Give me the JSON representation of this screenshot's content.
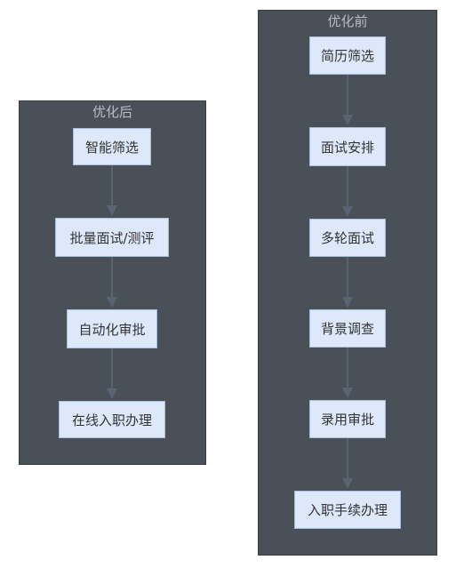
{
  "clusters": {
    "after": {
      "title": "优化后",
      "nodes": [
        "智能筛选",
        "批量面试/测评",
        "自动化审批",
        "在线入职办理"
      ]
    },
    "before": {
      "title": "优化前",
      "nodes": [
        "简历筛选",
        "面试安排",
        "多轮面试",
        "背景调查",
        "录用审批",
        "入职手续办理"
      ]
    }
  },
  "colors": {
    "cluster_fill": "#4a5058",
    "node_fill": "#dde9fa",
    "node_border": "#a9bdda",
    "edge": "#5c6370"
  }
}
